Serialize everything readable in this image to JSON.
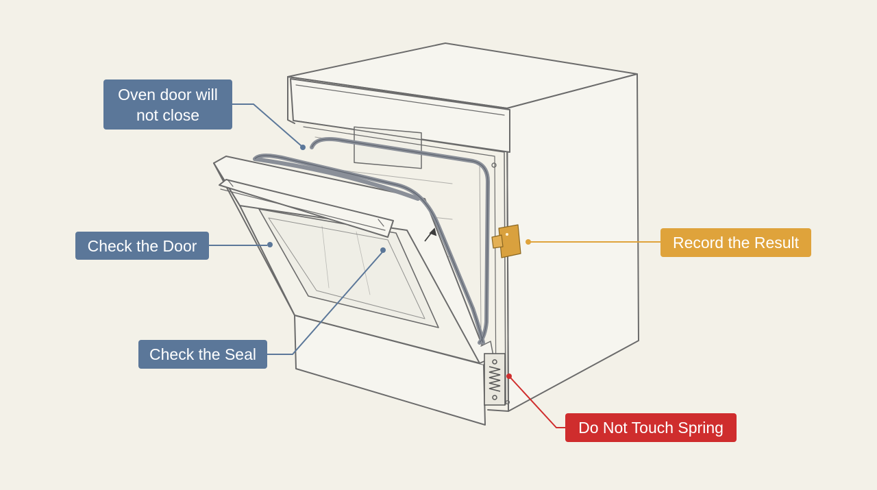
{
  "colors": {
    "background": "#f3f1e8",
    "line_art": "#6b6b6b",
    "callout_blue": "#5b7799",
    "callout_blue_leader": "#5b7799",
    "callout_orange": "#dfa33b",
    "callout_red": "#cf2d2d",
    "seal": "#8a8f98",
    "latch": "#d9a13e"
  },
  "callouts": {
    "door_close": {
      "line1": "Oven door will",
      "line2": "not close"
    },
    "check_door": "Check the Door",
    "check_seal": "Check the Seal",
    "record_result": "Record the Result",
    "do_not_touch": "Do Not Touch Spring"
  },
  "icons": {
    "latch": "door-latch-icon",
    "spring": "hinge-spring-icon",
    "arrow": "seal-arrow-icon"
  }
}
